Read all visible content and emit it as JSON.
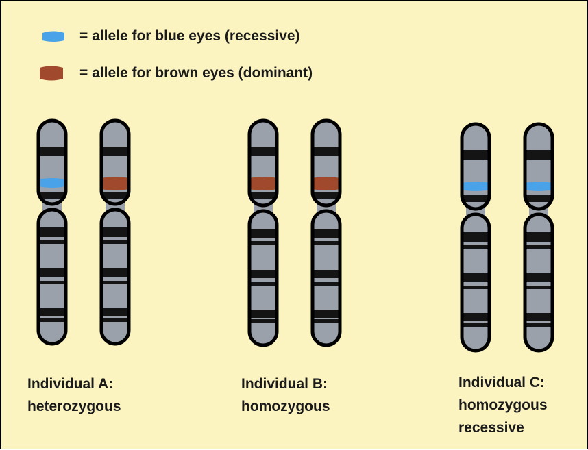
{
  "colors": {
    "background": "#fbf3c0",
    "chromosome_fill": "#9aa1aa",
    "chromosome_outline": "#000000",
    "band": "#141414",
    "blue_allele": "#4aa3e8",
    "brown_allele": "#a0492c"
  },
  "legend": [
    {
      "allele": "blue",
      "label": "= allele for blue eyes (recessive)"
    },
    {
      "allele": "brown",
      "label": "= allele for brown eyes (dominant)"
    }
  ],
  "individuals": [
    {
      "id": "A",
      "caption_lines": [
        "Individual A:",
        "heterozygous"
      ],
      "alleles": [
        "blue",
        "brown"
      ]
    },
    {
      "id": "B",
      "caption_lines": [
        "Individual B:",
        "homozygous"
      ],
      "alleles": [
        "brown",
        "brown"
      ]
    },
    {
      "id": "C",
      "caption_lines": [
        "Individual C:",
        "homozygous",
        "recessive"
      ],
      "alleles": [
        "blue",
        "blue"
      ]
    }
  ]
}
